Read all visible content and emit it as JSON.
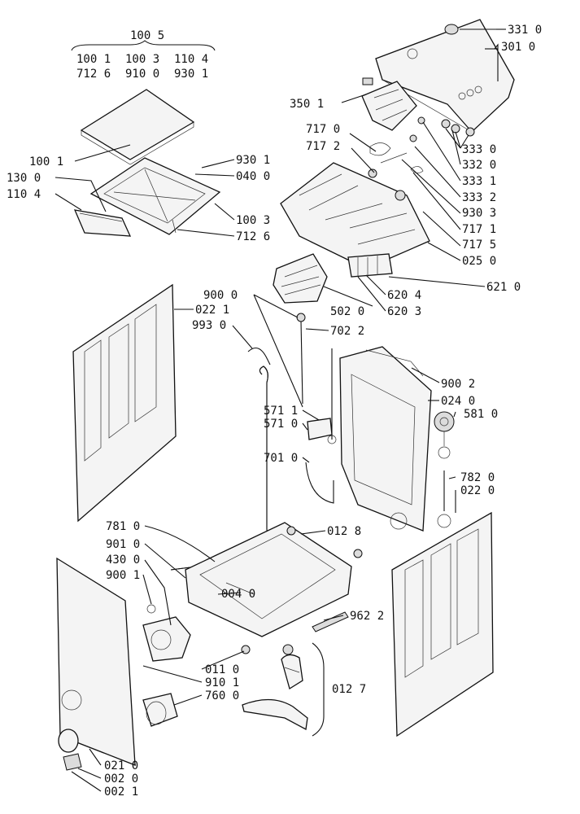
{
  "header": {
    "group": "100 5",
    "row1": [
      "100 1",
      "100 3",
      "110 4"
    ],
    "row2": [
      "712 6",
      "910 0",
      "930 1"
    ]
  },
  "labels": {
    "l3310": "331 0",
    "l3010": "301 0",
    "l3501": "350 1",
    "l7170": "717 0",
    "l7172": "717 2",
    "l3330": "333 0",
    "l3320": "332 0",
    "l3331": "333 1",
    "l3332": "333 2",
    "l9303": "930 3",
    "l7171": "717 1",
    "l7175": "717 5",
    "l0250": "025 0",
    "l6210": "621 0",
    "l6204": "620 4",
    "l6203": "620 3",
    "l5020": "502 0",
    "l1001": "100 1",
    "l1300": "130 0",
    "l1104": "110 4",
    "l9301": "930 1",
    "l0400": "040 0",
    "l1003": "100 3",
    "l7126": "712 6",
    "l9000a": "900 0",
    "l0221": "022 1",
    "l9930": "993 0",
    "l7022": "702 2",
    "l9002": "900 2",
    "l0240": "024 0",
    "l5810": "581 0",
    "l5711": "571 1",
    "l5710": "571 0",
    "l7010": "701 0",
    "l7820": "782 0",
    "l0220": "022 0",
    "l7810": "781 0",
    "l9010": "901 0",
    "l4300": "430 0",
    "l9001": "900 1",
    "l0128": "012 8",
    "l0040": "004 0",
    "l9622": "962 2",
    "l0110": "011 0",
    "l9101": "910 1",
    "l7600": "760 0",
    "l0127": "012 7",
    "l0210": "021 0",
    "l0020": "002 0",
    "l0021": "002 1"
  }
}
